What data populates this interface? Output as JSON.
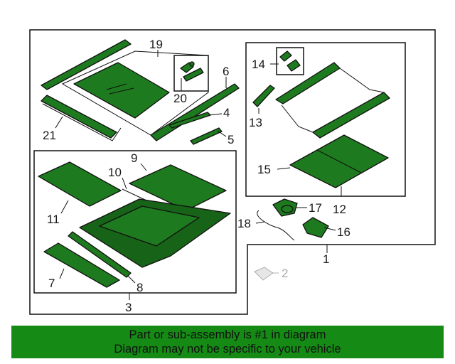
{
  "diagram": {
    "callouts": {
      "c1": "1",
      "c2": "2",
      "c3": "3",
      "c4": "4",
      "c5": "5",
      "c6": "6",
      "c7": "7",
      "c8": "8",
      "c9": "9",
      "c10": "10",
      "c11": "11",
      "c12": "12",
      "c13": "13",
      "c14": "14",
      "c15": "15",
      "c16": "16",
      "c17": "17",
      "c18": "18",
      "c19": "19",
      "c20": "20",
      "c21": "21"
    },
    "colors": {
      "highlight": "#1e7a1e",
      "banner": "#158a15",
      "ghost": "#b0b0b0"
    }
  },
  "footer": {
    "line1": "Part or sub-assembly is #1 in diagram",
    "line2": "Diagram may not be specific to your vehicle"
  }
}
